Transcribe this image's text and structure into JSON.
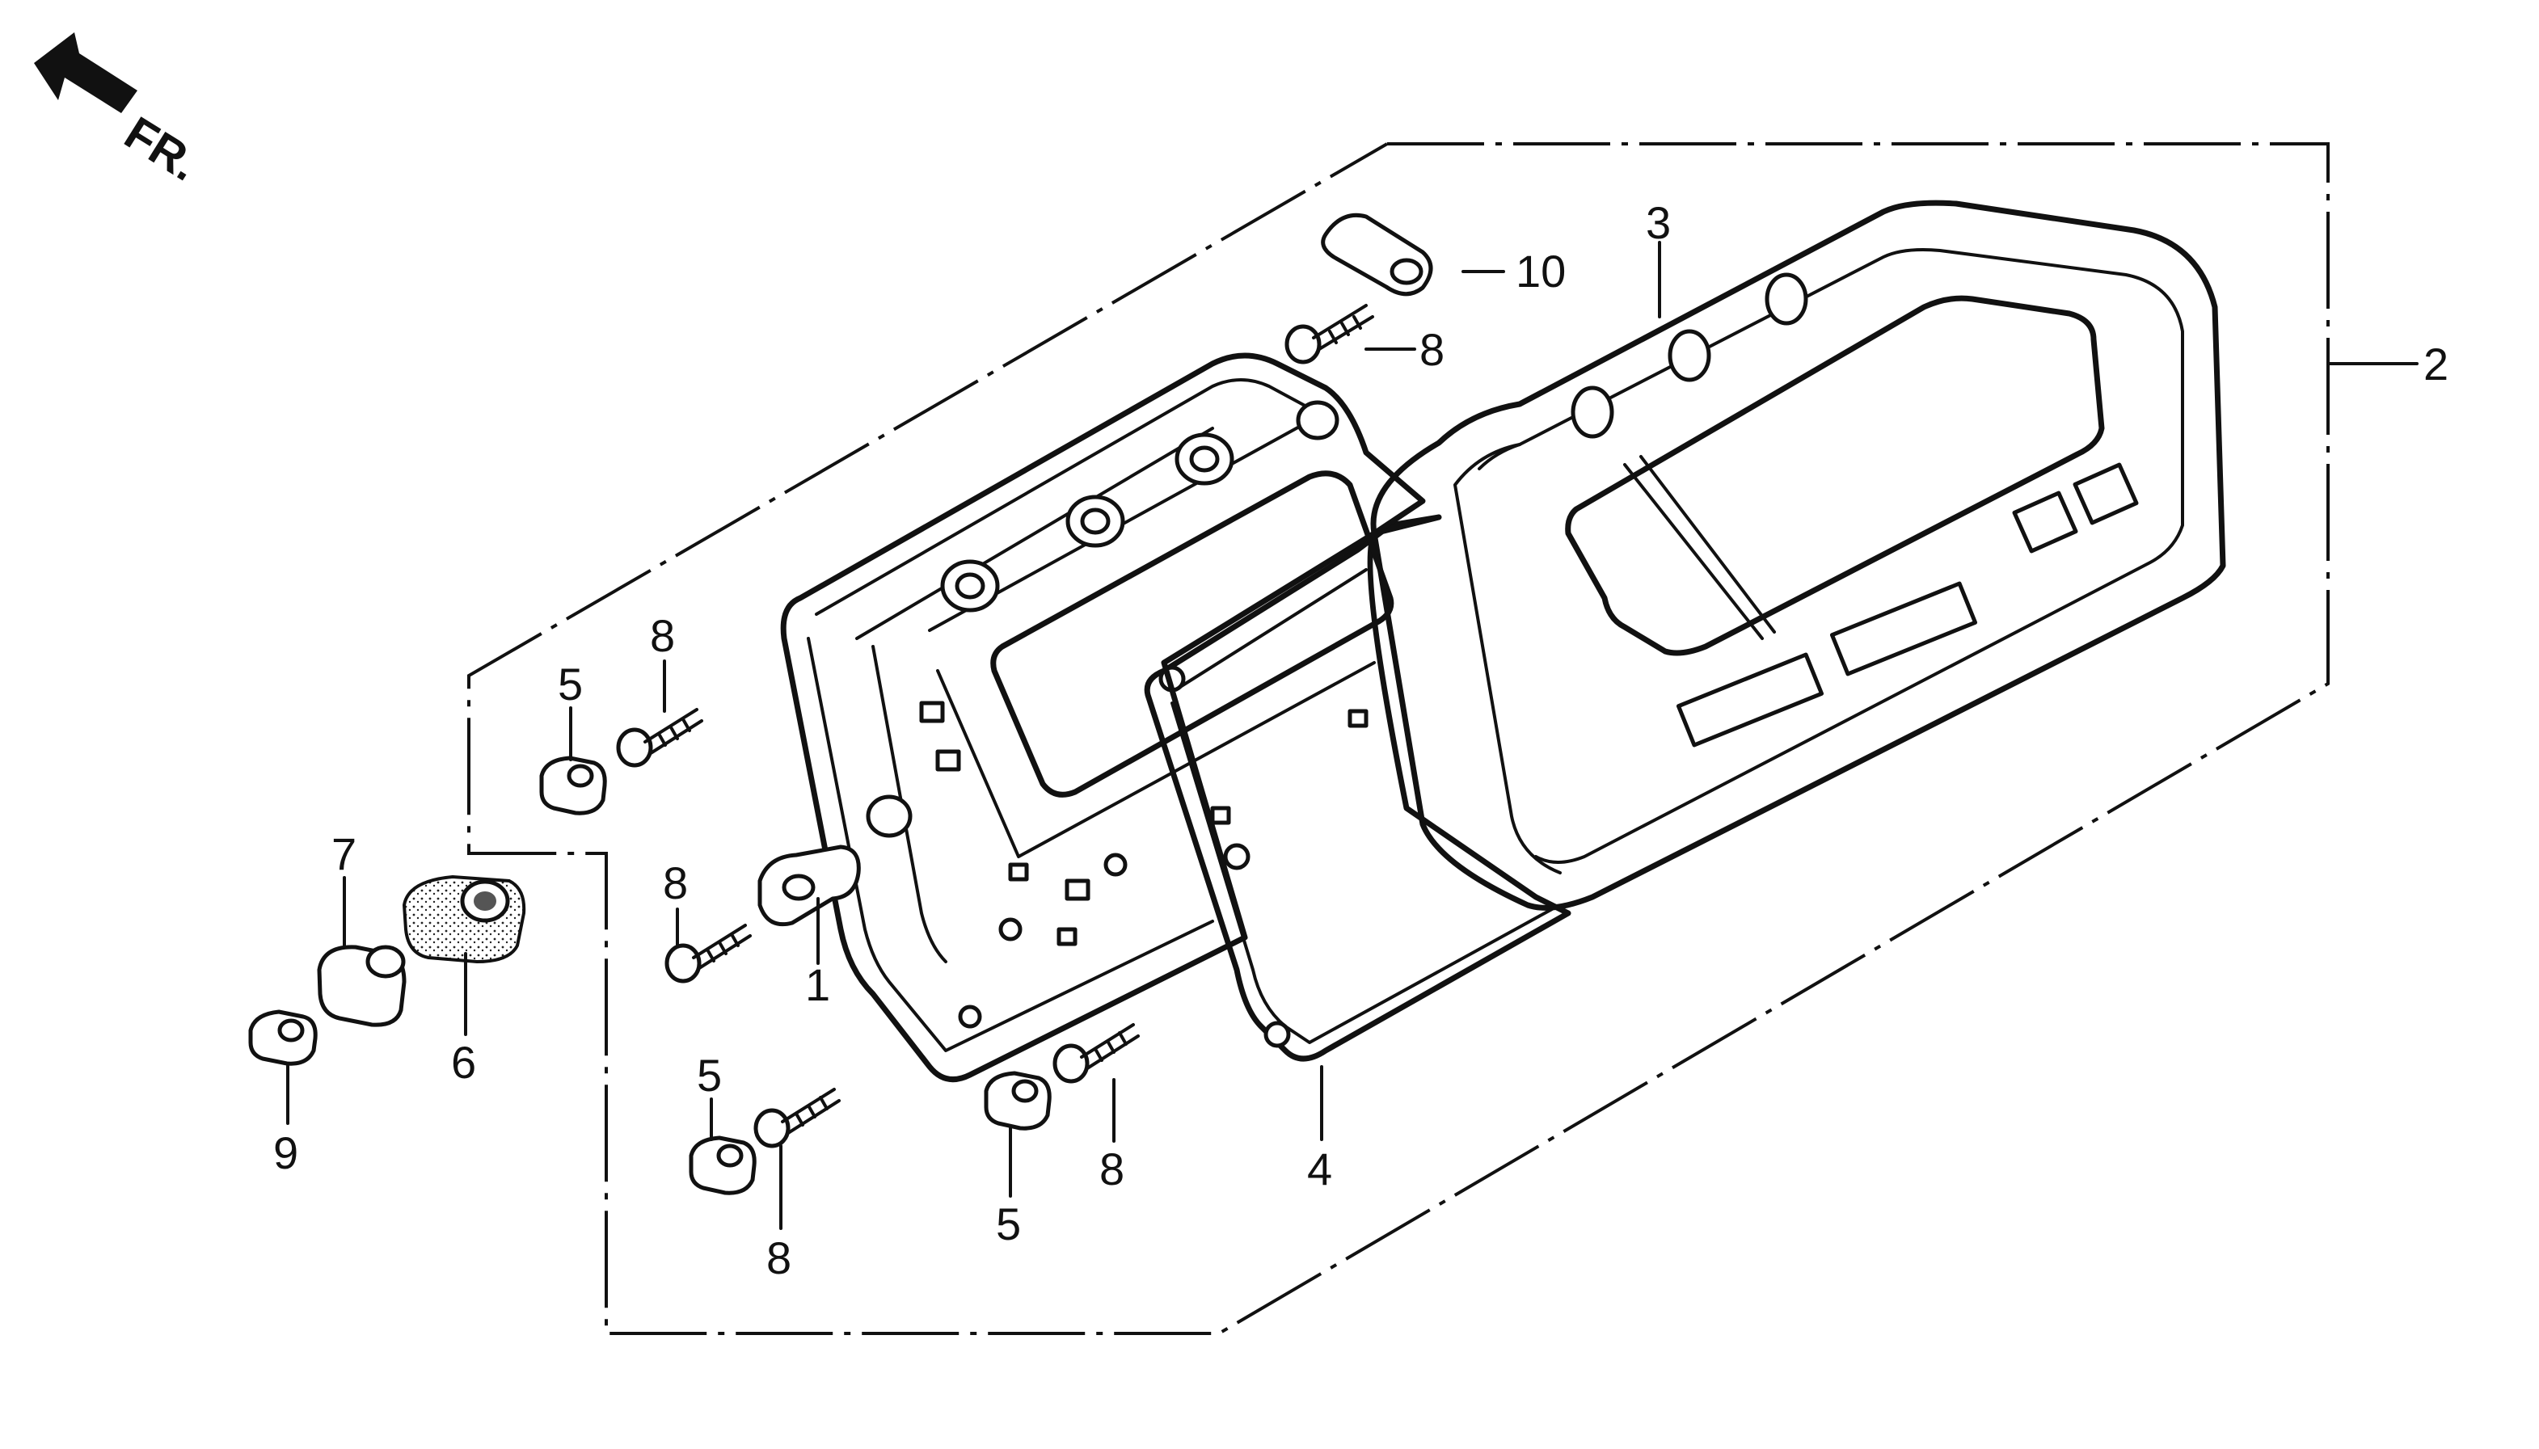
{
  "orientation": {
    "label": "FR.",
    "icon": "front-direction-arrow-icon"
  },
  "callouts": [
    {
      "id": "c1",
      "text": "1"
    },
    {
      "id": "c2",
      "text": "2"
    },
    {
      "id": "c3",
      "text": "3"
    },
    {
      "id": "c4",
      "text": "4"
    },
    {
      "id": "c5a",
      "text": "5"
    },
    {
      "id": "c5b",
      "text": "5"
    },
    {
      "id": "c5c",
      "text": "5"
    },
    {
      "id": "c6",
      "text": "6"
    },
    {
      "id": "c7",
      "text": "7"
    },
    {
      "id": "c8a",
      "text": "8"
    },
    {
      "id": "c8b",
      "text": "8"
    },
    {
      "id": "c8c",
      "text": "8"
    },
    {
      "id": "c8d",
      "text": "8"
    },
    {
      "id": "c8e",
      "text": "8"
    },
    {
      "id": "c9",
      "text": "9"
    },
    {
      "id": "c10",
      "text": "10"
    }
  ]
}
